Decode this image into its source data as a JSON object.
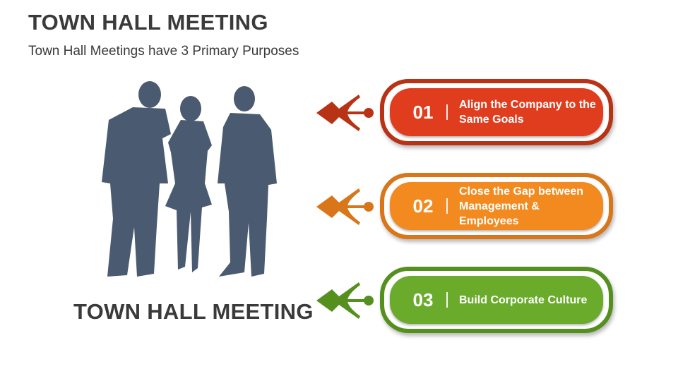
{
  "header": {
    "title": "TOWN HALL MEETING",
    "subtitle": "Town Hall Meetings have 3 Primary Purposes"
  },
  "illustration": {
    "description_icon": "people-silhouette-icon",
    "color": "#4a5a70",
    "caption": "TOWN HALL MEETING"
  },
  "items": [
    {
      "number": "01",
      "text": "Align the Company to the Same Goals",
      "color": "#e03c1e",
      "border": "#b83215"
    },
    {
      "number": "02",
      "text": "Close the Gap between Management & Employees",
      "color": "#f28a20",
      "border": "#d9761a"
    },
    {
      "number": "03",
      "text": "Build Corporate Culture",
      "color": "#6aab2c",
      "border": "#55901f"
    }
  ]
}
